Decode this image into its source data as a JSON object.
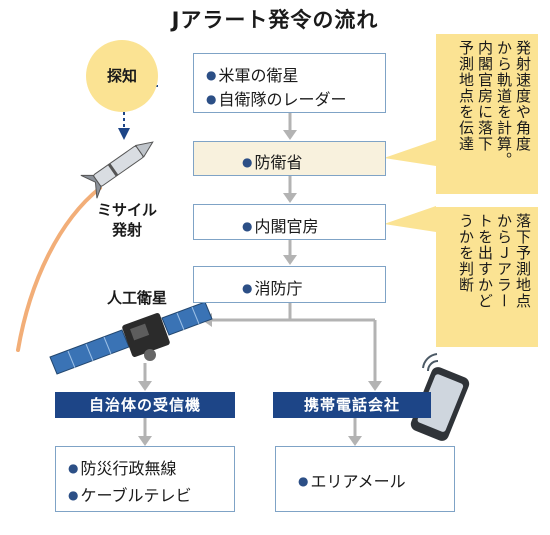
{
  "title": "Jアラート発令の流れ",
  "detect_label": "探知",
  "missile_label": [
    "ミサイル",
    "発射"
  ],
  "satellite_label": "人工衛星",
  "flow": {
    "sources": [
      "米軍の衛星",
      "自衛隊のレーダー"
    ],
    "mod": "防衛省",
    "cabinet": "内閣官房",
    "fire": "消防庁"
  },
  "notes": {
    "mod_note": [
      "発射速度や角度",
      "から軌道を計算。",
      "内閣官房に落下",
      "予測地点を伝達"
    ],
    "cabinet_note": [
      "落下予測地点",
      "からＪアラー",
      "トを出すかど",
      "うかを判断"
    ]
  },
  "receivers": {
    "local_gov": {
      "title": "自治体の受信機",
      "items": [
        "防災行政無線",
        "ケーブルテレビ"
      ]
    },
    "mobile": {
      "title": "携帯電話会社",
      "items": [
        "エリアメール"
      ]
    }
  },
  "bullet": "●",
  "colors": {
    "navy": "#1d4587",
    "box_border": "#7fa3c6",
    "note_yellow": "#fbe393",
    "beige": "#f8f1dd"
  }
}
